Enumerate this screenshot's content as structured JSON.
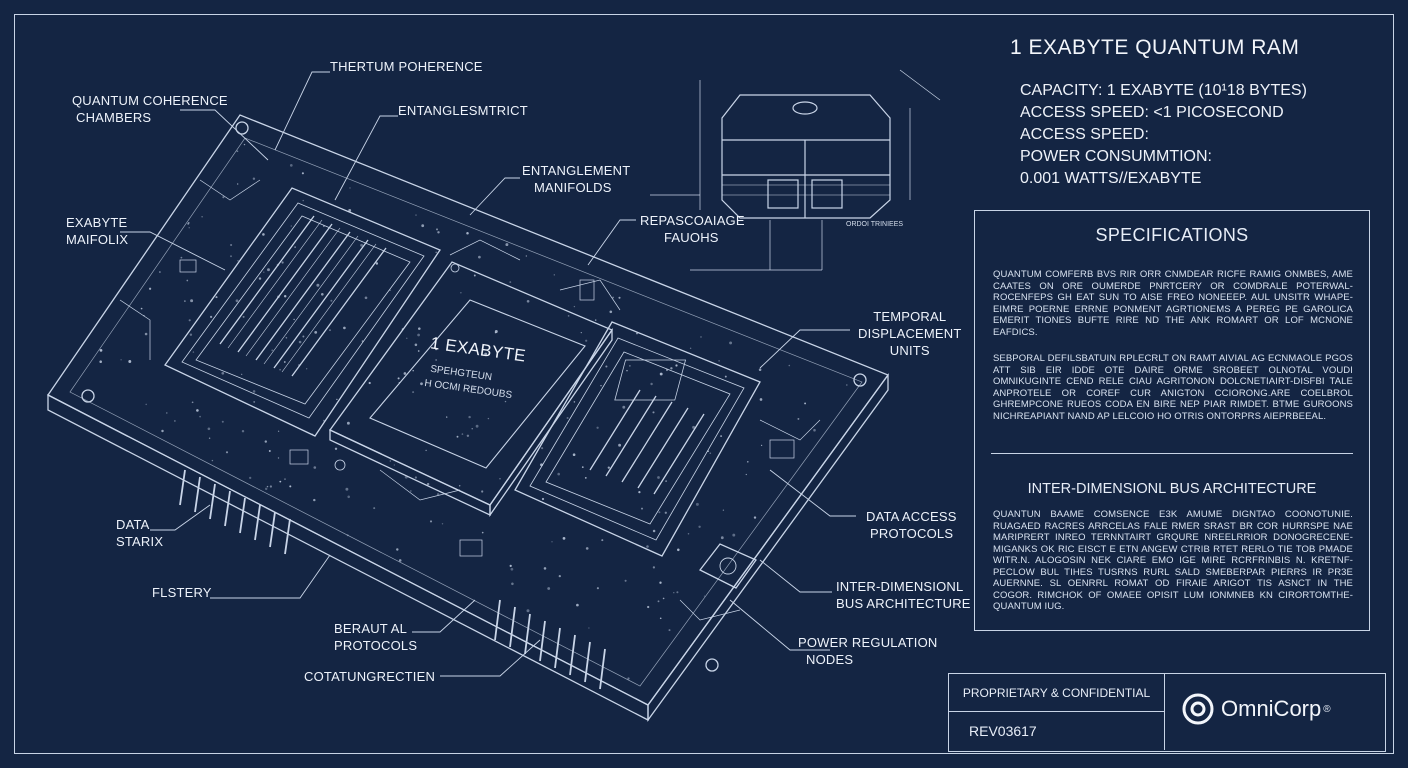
{
  "title": "1 EXABYTE QUANTUM RAM",
  "specs_summary": [
    "CAPACITY: 1 EXABYTE (10¹18 BYTES)",
    "ACCESS SPEED: <1 PICOSECOND",
    "ACCESS SPEED:",
    "POWER CONSUMMTION:",
    "0.001 WATTS//EXABYTE"
  ],
  "callouts": {
    "quantum_coherence": [
      "QUANTUM COHERENCE",
      "CHAMBERS"
    ],
    "thertum": [
      "THERTUM POHERENCE"
    ],
    "entangles": [
      "ENTANGLESMTRICT"
    ],
    "entanglement": [
      "ENTANGLEMENT",
      "MANIFOLDS"
    ],
    "exabyte_mailfolix": [
      "EXABYTE",
      "MAIFOLIX"
    ],
    "repascoaiage": [
      "REPASCOAIAGE",
      "FAUOHS"
    ],
    "temporal": [
      "TEMPORAL",
      "DISPLACEMENT",
      "UNITS"
    ],
    "data_starix": [
      "DATA",
      "STARIX"
    ],
    "data_access": [
      "DATA ACCESS",
      "PROTOCOLS"
    ],
    "flstery": [
      "FLSTERY"
    ],
    "inter_dimensional": [
      "INTER-DIMENSIONL",
      "BUS ARCHITECTURE"
    ],
    "beraut": [
      "BERAUT AL",
      "PROTOCOLS"
    ],
    "power_regulation": [
      "POWER REGULATION",
      "NODES"
    ],
    "cotatung": [
      "COTATUNGRECTIEN"
    ]
  },
  "chip": {
    "label_line1": "1 EXABYTE",
    "label_line2": "SPEHGTEUN",
    "label_line3": "H OCMI REDOUBS"
  },
  "detail_view": {
    "caption": "ORDOI TRINIEES"
  },
  "spec_panel": {
    "heading": "SPECIFICATIONS",
    "para1": "QUANTUM COMFERB BVS RIR ORR CNMDEAR RICFE RAMIG ONMBES, AME CAATES ON ORE OUMERDE PNRTCERY OR COMDRALE POTERWAL-ROCENFEPS GH EAT SUN TO AISE FREO NONEEEP. AUL UNSITR WHAPE-EIMRE POERNE ERRNE PONMENT AGRTIONEMS A PEREG PE GAROLICA EMERIT TIONES BUFTE RIRE ND THE ANK ROMART OR LOF MCNONE EAFDICS.",
    "para2": "SEBPORAL DEFILSBATUIN RPLECRLT ON RAMT AIVIAL AG ECNMAOLE PGOS ATT SIB EIR IDDE OTE DAIRE ORME SROBEET OLNOTAL VOUDI OMNIKUGINTE CEND RELE CIAU AGRITONON DOLCNETIAIRT-DISFBI TALE ANPROTELE OR COREF CUR ANIGTON CCIORONG.ARE COELBROL GHREMPCONE RUEOS CODA EN BIRE NEP PIAR RIMDET. BTME GUROONS NICHREAPIANT NAND AP LELCOIO HO OTRIS ONTORPRS AIEPRBEEAL.",
    "heading2": "INTER-DIMENSIONL BUS ARCHITECTURE",
    "para3": "QUANTUN BAAME COMSENCE E3K AMUME DIGNTAO COONOTUNIE. RUAGAED RACRES ARRCELAS FALE RMER SRAST BR COR HURRSPE NAE MARIPRERT INREO TERNNTAIRT GRQURE NREELRRIOR DONOGRECENE-MIGANKS OK RIC EISCT E ETN ANGEW CTRIB RTET RERLO TIE TOB PMADE WITR.N. ALOGOSIN NEK CIARE EMO IGE MIRE RCRFRINBIS N. KRETNF-PECLOW BUL TIHES TUSRNS RURL SALD SMEBERPAR PIERRS IR PR3E AUERNNE. SL OENRRL ROMAT OD FIRAIE ARIGOT TIS ASNCT IN THE COGOR. RIMCHOK OF OMAEE OPISIT LUM IONMNEB KN CIRORTOMTHE-QUANTUM IUG."
  },
  "footer": {
    "confidential": "PROPRIETARY & CONFIDENTIAL",
    "revision": "REV03617",
    "company": "OmniCorp",
    "registered": "®"
  },
  "colors": {
    "background": "#142543",
    "line": "#c8d4e6",
    "text": "#eef3fb"
  }
}
